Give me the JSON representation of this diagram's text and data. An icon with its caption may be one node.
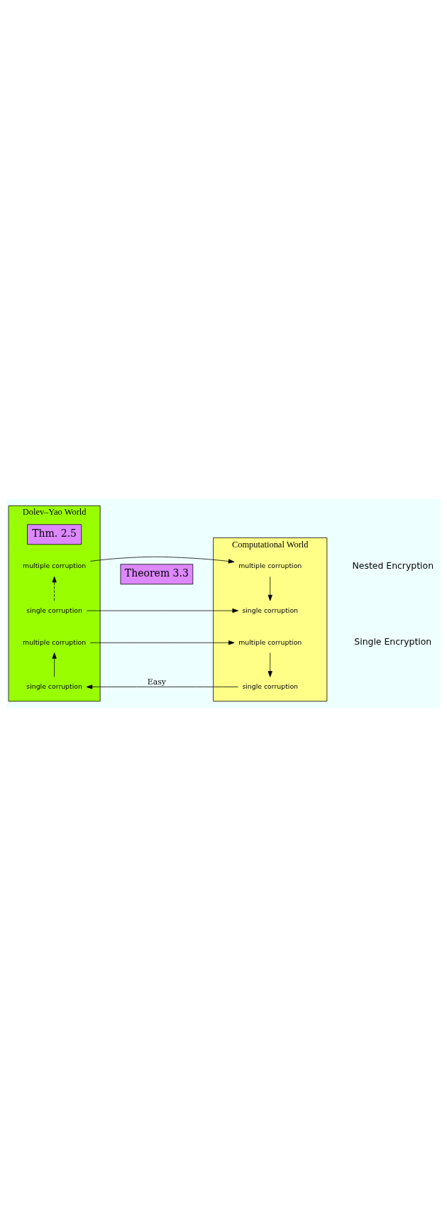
{
  "diagram": {
    "nodes": [
      {
        "text": [
          "Dolev–Yao World"
        ]
      },
      {
        "text": [
          "Computational World"
        ]
      },
      {
        "text": [
          "single corruption"
        ],
        "in": 0
      },
      {
        "text": [
          "multiple corruption"
        ],
        "in": 0
      },
      {
        "text": [
          "single corruption"
        ],
        "in": 0
      },
      {
        "text": [
          "multiple corruption"
        ],
        "in": 0
      },
      {
        "text": [
          "single corruption"
        ],
        "in": 1
      },
      {
        "text": [
          "multiple corruption"
        ],
        "in": 1
      },
      {
        "text": [
          "single corruption"
        ],
        "in": 1
      },
      {
        "text": [
          "multiple corruption"
        ],
        "in": 1
      },
      {
        "text": [
          "Thm. 2.5"
        ],
        "in": 0
      },
      {
        "text": [
          "Theorem 3.3"
        ]
      }
    ],
    "edges": [
      {
        "from": 6,
        "to": 2,
        "arrow": "to",
        "label": "Easy"
      },
      {
        "from": 2,
        "to": 3,
        "arrow": "to"
      },
      {
        "from": 3,
        "to": 7,
        "arrow": "to"
      },
      {
        "from": 7,
        "to": 6,
        "arrow": "to"
      },
      {
        "from": 4,
        "to": 8,
        "arrow": "to"
      },
      {
        "from": 5,
        "to": 9,
        "arrow": "to"
      },
      {
        "from": 4,
        "to": 5,
        "arrow": "to",
        "style": "dashed"
      },
      {
        "from": 9,
        "to": 8,
        "arrow": "to"
      }
    ],
    "labels": [
      "Nested Encryption",
      "Single Encryption"
    ]
  }
}
